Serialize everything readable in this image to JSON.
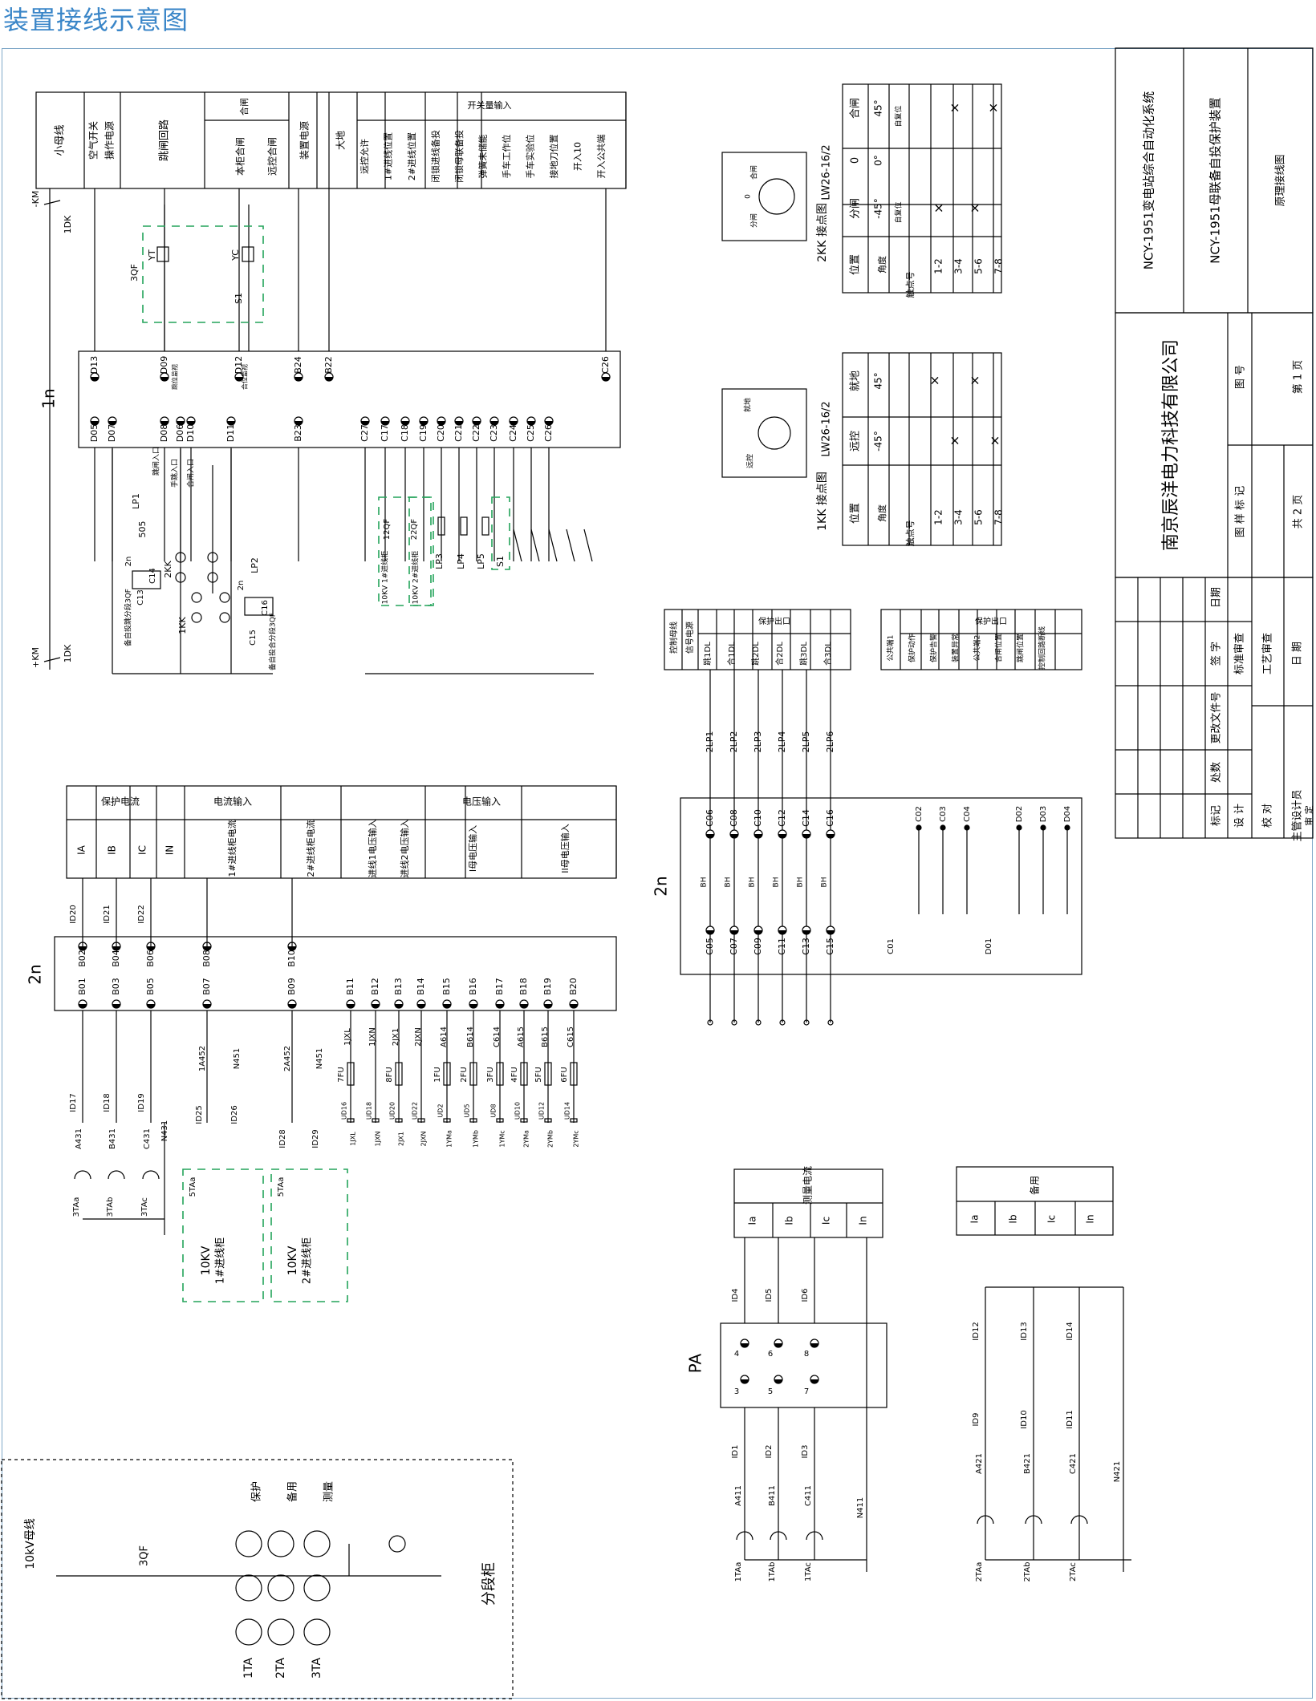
{
  "title": "装置接线示意图",
  "title_block": {
    "system": "NCY-1951变电站综合自动化系统",
    "device": "NCY-1951母联备自投保护装置",
    "drawing_name": "原理接线图",
    "company": "南京辰洋电力科技有限公司",
    "fields": {
      "tuhao": "图  号",
      "tuyang": "图 样 标 记",
      "page_total": "共  2  页",
      "page_cur": "第  1  页",
      "biaoji": "标记",
      "chushu": "处数",
      "gengai": "更改文件号",
      "qianzi": "签  字",
      "riqi": "日期",
      "sheji": "设  计",
      "jiaodui": "校  对",
      "zhuguan": "主管设计员",
      "shending": "审  定",
      "biaozhun": "标准审查",
      "gongyi": "工艺审查",
      "riqi2": "日  期"
    }
  },
  "top_header": {
    "cells": [
      "小母线",
      "空气开关\n操作电源",
      "跳闸回路",
      "合闸",
      "本柜合闸",
      "远控合闸",
      "装置电源",
      "大地",
      "开关量输入",
      "远控允许",
      "1#进线位置",
      "2#进线位置",
      "闭锁进线备投",
      "闭锁母联备投",
      "弹簧未储能",
      "手车工作位",
      "手车实验位",
      "接地刀位置",
      "开入10",
      "开入公共端"
    ]
  },
  "kk_tables": {
    "k2": {
      "title": "2KK 接点图",
      "model": "LW26-16/2",
      "headers": [
        "位置",
        "分闸",
        "0",
        "合闸"
      ],
      "angle_label": "角度",
      "contact_label": "触点号",
      "angles": [
        "-45°",
        "0°",
        "45°"
      ],
      "rows": [
        "1-2",
        "3-4",
        "5-6",
        "7-8"
      ],
      "self_reset": "自复位",
      "dial": [
        "分闸",
        "0",
        "合闸"
      ]
    },
    "k1": {
      "title": "1KK 接点图",
      "model": "LW26-16/2",
      "headers": [
        "位置",
        "远控",
        "就地"
      ],
      "angle_label": "角度",
      "contact_label": "触点号",
      "angles": [
        "-45°",
        "45°"
      ],
      "rows": [
        "1-2",
        "3-4",
        "5-6",
        "7-8"
      ],
      "dial": [
        "远控",
        "就地"
      ]
    }
  },
  "labels_1n": {
    "device": "1n",
    "km_minus": "-KM",
    "km_plus": "+KM",
    "dk": "1DK",
    "qf3": "3QF",
    "yt": "YT",
    "yc": "YC",
    "s1": "S1",
    "terms": [
      "D13",
      "D09",
      "D12",
      "B24",
      "B22",
      "C26",
      "D05",
      "D07",
      "D08",
      "D06",
      "D10",
      "D11",
      "B23",
      "C27",
      "C17",
      "C18",
      "C19",
      "C20",
      "C21",
      "C22",
      "C23",
      "C24",
      "C25",
      "C26"
    ],
    "lp1": "LP1",
    "lp2": "LP2",
    "lp3": "LP3",
    "lp4": "LP4",
    "lp5": "LP5",
    "n505": "505",
    "kk2": "2KK",
    "kk1": "1KK",
    "qf12": "12QF",
    "qf22": "22QF",
    "tiao": "跳闸入口",
    "shoutiao": "手跳入口",
    "hezha": "合闸入口",
    "tiaowei": "跳位监视",
    "hewei": "合位监视",
    "c13": "C13",
    "c14": "C14",
    "c15": "C15",
    "c16": "C16",
    "n2": "2n",
    "beitiao": "备自投跳分段3QF",
    "beihe": "备自投合分段3QF",
    "line1": "10KV 1#进线柜",
    "line2": "10KV 2#进线柜"
  },
  "mid_header": {
    "cells": [
      "控制母线",
      "信号电源",
      "保护出口",
      "跳1DL",
      "合1DL",
      "跳2DL",
      "合2DL",
      "跳3DL",
      "合3DL"
    ],
    "right": [
      "保护出口",
      "公共端1",
      "保护动作",
      "保护告警",
      "装置异常",
      "公共端2",
      "合闸位置",
      "跳闸位置",
      "控制回路断线"
    ]
  },
  "labels_2n_out": {
    "device": "2n",
    "lps": [
      "2LP1",
      "2LP2",
      "2LP3",
      "2LP4",
      "2LP5",
      "2LP6"
    ],
    "top": [
      "C06",
      "C08",
      "C10",
      "C12",
      "C14",
      "C16",
      "C02",
      "C03",
      "C04",
      "D02",
      "D03",
      "D04"
    ],
    "bot": [
      "C05",
      "C07",
      "C09",
      "C11",
      "C13",
      "C15",
      "C01",
      "D01"
    ],
    "bh": "BH"
  },
  "bottom_header": {
    "prot": "保护电流",
    "cur": "电流输入",
    "volt": "电压输入",
    "cells": [
      "IA",
      "IB",
      "IC",
      "IN",
      "1#进线柜电流",
      "2#进线柜电流",
      "进线1电压输入",
      "进线2电压输入",
      "I母电压输入",
      "II母电压输入"
    ]
  },
  "labels_2n_in": {
    "device": "2n",
    "top": [
      "B02",
      "B04",
      "B06",
      "B08",
      "B10"
    ],
    "bot": [
      "B01",
      "B03",
      "B05",
      "B07",
      "B09",
      "B11",
      "B12",
      "B13",
      "B14",
      "B15",
      "B16",
      "B17",
      "B18",
      "B19",
      "B20"
    ],
    "ids_top": [
      "ID20",
      "ID21",
      "ID22"
    ],
    "ids": [
      "ID17",
      "ID18",
      "ID19",
      "ID25",
      "ID26",
      "ID28",
      "ID29"
    ],
    "wires": [
      "A431",
      "B431",
      "C431",
      "N431",
      "1A452",
      "N451",
      "2A452",
      "N451"
    ],
    "v_wires": [
      "1JXL",
      "1JXN",
      "2JX1",
      "2JXN",
      "A614",
      "B614",
      "C614",
      "A615",
      "B615",
      "C615"
    ],
    "fus": [
      "7FU",
      "8FU",
      "1FU",
      "2FU",
      "3FU",
      "4FU",
      "5FU",
      "6FU"
    ],
    "uds": [
      "UD16",
      "UD18",
      "UD20",
      "UD22",
      "UD2",
      "UD5",
      "UD8",
      "UD10",
      "UD12",
      "UD14"
    ],
    "bus": [
      "1JXL",
      "1JXN",
      "2JX1",
      "2JXN",
      "1YMa",
      "1YMb",
      "1YMc",
      "2YMa",
      "2YMb",
      "2YMc"
    ],
    "tas": [
      "3TAa",
      "3TAb",
      "3TAc"
    ],
    "ta5": "5TAa",
    "line1": "10KV\n1#进线柜",
    "line2": "10KV\n2#进线柜"
  },
  "measure": {
    "title": "测量电流",
    "cols": [
      "Ia",
      "Ib",
      "Ic",
      "In"
    ],
    "pa": "PA",
    "ids": [
      "ID4",
      "ID5",
      "ID6",
      "ID1",
      "ID2",
      "ID3"
    ],
    "terms": [
      "4",
      "6",
      "8",
      "3",
      "5",
      "7"
    ],
    "wires": [
      "A411",
      "B411",
      "C411",
      "N411"
    ],
    "tas": [
      "1TAa",
      "1TAb",
      "1TAc"
    ]
  },
  "spare": {
    "title": "备用",
    "cols": [
      "Ia",
      "Ib",
      "Ic",
      "In"
    ],
    "ids": [
      "ID12",
      "ID13",
      "ID14",
      "ID9",
      "ID10",
      "ID11"
    ],
    "wires": [
      "A421",
      "B421",
      "C421",
      "N421"
    ],
    "tas": [
      "2TAa",
      "2TAb",
      "2TAc"
    ]
  },
  "cabinet": {
    "bus": "10kV母线",
    "qf": "3QF",
    "roles": [
      "保护",
      "备用",
      "测量"
    ],
    "tas": [
      "1TA",
      "2TA",
      "3TA"
    ],
    "name": "分段柜"
  }
}
